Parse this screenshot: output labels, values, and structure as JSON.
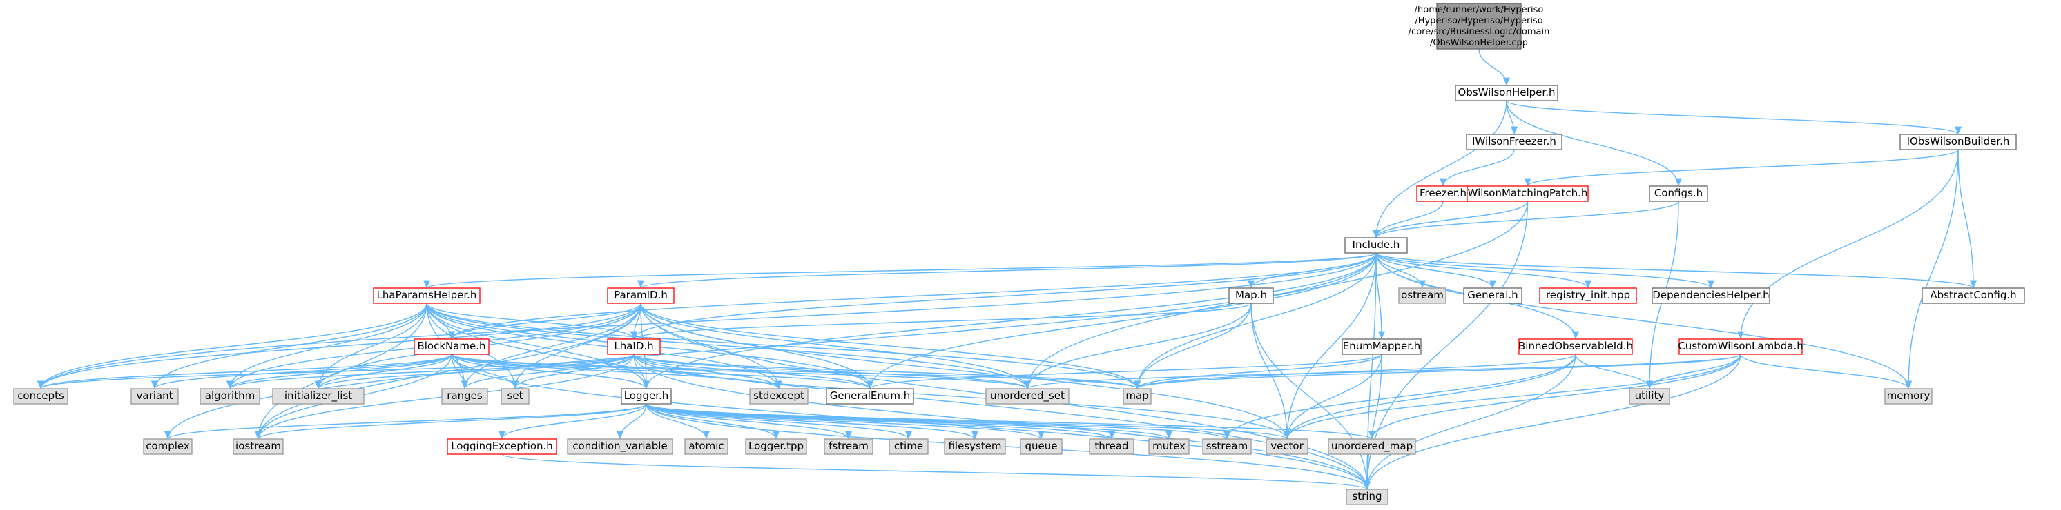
{
  "root": {
    "id": "root",
    "lines": [
      "/home/runner/work/Hyperiso",
      "/Hyperiso/Hyperiso/Hyperiso",
      "/core/src/BusinessLogic/domain",
      "/ObsWilsonHelper.cpp"
    ]
  },
  "nodes": [
    {
      "id": "ObsWilsonHelper",
      "label": "ObsWilsonHelper.h",
      "style": "white"
    },
    {
      "id": "IWilsonFreezer",
      "label": "IWilsonFreezer.h",
      "style": "white"
    },
    {
      "id": "IObsWilsonBuilder",
      "label": "IObsWilsonBuilder.h",
      "style": "white"
    },
    {
      "id": "Freezer",
      "label": "Freezer.h",
      "style": "red"
    },
    {
      "id": "WilsonMatchingPatch",
      "label": "WilsonMatchingPatch.h",
      "style": "red"
    },
    {
      "id": "Configs",
      "label": "Configs.h",
      "style": "white"
    },
    {
      "id": "Include",
      "label": "Include.h",
      "style": "white"
    },
    {
      "id": "LhaParamsHelper",
      "label": "LhaParamsHelper.h",
      "style": "red"
    },
    {
      "id": "ParamID",
      "label": "ParamID.h",
      "style": "red"
    },
    {
      "id": "Map",
      "label": "Map.h",
      "style": "white"
    },
    {
      "id": "ostream",
      "label": "ostream",
      "style": "gray"
    },
    {
      "id": "General",
      "label": "General.h",
      "style": "white"
    },
    {
      "id": "registry_init",
      "label": "registry_init.hpp",
      "style": "red"
    },
    {
      "id": "DependenciesHelper",
      "label": "DependenciesHelper.h",
      "style": "white"
    },
    {
      "id": "AbstractConfig",
      "label": "AbstractConfig.h",
      "style": "white"
    },
    {
      "id": "BlockName",
      "label": "BlockName.h",
      "style": "red"
    },
    {
      "id": "LhaID",
      "label": "LhaID.h",
      "style": "red"
    },
    {
      "id": "EnumMapper",
      "label": "EnumMapper.h",
      "style": "white"
    },
    {
      "id": "BinnedObservableId",
      "label": "BinnedObservableId.h",
      "style": "red"
    },
    {
      "id": "CustomWilsonLambda",
      "label": "CustomWilsonLambda.h",
      "style": "red"
    },
    {
      "id": "concepts",
      "label": "concepts",
      "style": "gray"
    },
    {
      "id": "variant",
      "label": "variant",
      "style": "gray"
    },
    {
      "id": "algorithm",
      "label": "algorithm",
      "style": "gray"
    },
    {
      "id": "initializer_list",
      "label": "initializer_list",
      "style": "gray"
    },
    {
      "id": "ranges",
      "label": "ranges",
      "style": "gray"
    },
    {
      "id": "set",
      "label": "set",
      "style": "gray"
    },
    {
      "id": "stdexcept",
      "label": "stdexcept",
      "style": "gray"
    },
    {
      "id": "GeneralEnum",
      "label": "GeneralEnum.h",
      "style": "white"
    },
    {
      "id": "unordered_set",
      "label": "unordered_set",
      "style": "gray"
    },
    {
      "id": "map",
      "label": "map",
      "style": "gray"
    },
    {
      "id": "utility",
      "label": "utility",
      "style": "gray"
    },
    {
      "id": "memory",
      "label": "memory",
      "style": "gray"
    },
    {
      "id": "Logger",
      "label": "Logger.h",
      "style": "white"
    },
    {
      "id": "complex",
      "label": "complex",
      "style": "gray"
    },
    {
      "id": "iostream",
      "label": "iostream",
      "style": "gray"
    },
    {
      "id": "LoggingException",
      "label": "LoggingException.h",
      "style": "red"
    },
    {
      "id": "condition_variable",
      "label": "condition_variable",
      "style": "gray"
    },
    {
      "id": "atomic",
      "label": "atomic",
      "style": "gray"
    },
    {
      "id": "Logger_tpp",
      "label": "Logger.tpp",
      "style": "gray"
    },
    {
      "id": "fstream",
      "label": "fstream",
      "style": "gray"
    },
    {
      "id": "ctime",
      "label": "ctime",
      "style": "gray"
    },
    {
      "id": "filesystem",
      "label": "filesystem",
      "style": "gray"
    },
    {
      "id": "queue",
      "label": "queue",
      "style": "gray"
    },
    {
      "id": "thread",
      "label": "thread",
      "style": "gray"
    },
    {
      "id": "mutex",
      "label": "mutex",
      "style": "gray"
    },
    {
      "id": "sstream",
      "label": "sstream",
      "style": "gray"
    },
    {
      "id": "vector",
      "label": "vector",
      "style": "gray"
    },
    {
      "id": "unordered_map",
      "label": "unordered_map",
      "style": "gray"
    },
    {
      "id": "string",
      "label": "string",
      "style": "gray"
    }
  ],
  "edges": [
    [
      "root",
      "ObsWilsonHelper"
    ],
    [
      "ObsWilsonHelper",
      "IWilsonFreezer"
    ],
    [
      "ObsWilsonHelper",
      "IObsWilsonBuilder"
    ],
    [
      "ObsWilsonHelper",
      "Configs"
    ],
    [
      "ObsWilsonHelper",
      "Include"
    ],
    [
      "IWilsonFreezer",
      "Freezer"
    ],
    [
      "Freezer",
      "Include"
    ],
    [
      "IObsWilsonBuilder",
      "WilsonMatchingPatch"
    ],
    [
      "IObsWilsonBuilder",
      "AbstractConfig"
    ],
    [
      "IObsWilsonBuilder",
      "CustomWilsonLambda"
    ],
    [
      "IObsWilsonBuilder",
      "memory"
    ],
    [
      "WilsonMatchingPatch",
      "Include"
    ],
    [
      "WilsonMatchingPatch",
      "unordered_set"
    ],
    [
      "WilsonMatchingPatch",
      "string"
    ],
    [
      "Configs",
      "Include"
    ],
    [
      "Configs",
      "utility"
    ],
    [
      "Include",
      "LhaParamsHelper"
    ],
    [
      "Include",
      "ParamID"
    ],
    [
      "Include",
      "Map"
    ],
    [
      "Include",
      "ostream"
    ],
    [
      "Include",
      "General"
    ],
    [
      "Include",
      "registry_init"
    ],
    [
      "Include",
      "DependenciesHelper"
    ],
    [
      "Include",
      "AbstractConfig"
    ],
    [
      "Include",
      "BlockName"
    ],
    [
      "Include",
      "LhaID"
    ],
    [
      "Include",
      "EnumMapper"
    ],
    [
      "Include",
      "BinnedObservableId"
    ],
    [
      "Include",
      "concepts"
    ],
    [
      "Include",
      "complex"
    ],
    [
      "Include",
      "memory"
    ],
    [
      "Include",
      "vector"
    ],
    [
      "Include",
      "map"
    ],
    [
      "Include",
      "GeneralEnum"
    ],
    [
      "Include",
      "Logger"
    ],
    [
      "Include",
      "string"
    ],
    [
      "LhaParamsHelper",
      "BlockName"
    ],
    [
      "LhaParamsHelper",
      "LhaID"
    ],
    [
      "LhaParamsHelper",
      "concepts"
    ],
    [
      "LhaParamsHelper",
      "variant"
    ],
    [
      "LhaParamsHelper",
      "algorithm"
    ],
    [
      "LhaParamsHelper",
      "initializer_list"
    ],
    [
      "LhaParamsHelper",
      "ranges"
    ],
    [
      "LhaParamsHelper",
      "set"
    ],
    [
      "LhaParamsHelper",
      "stdexcept"
    ],
    [
      "LhaParamsHelper",
      "GeneralEnum"
    ],
    [
      "LhaParamsHelper",
      "unordered_set"
    ],
    [
      "LhaParamsHelper",
      "map"
    ],
    [
      "LhaParamsHelper",
      "Logger"
    ],
    [
      "LhaParamsHelper",
      "string"
    ],
    [
      "LhaParamsHelper",
      "iostream"
    ],
    [
      "ParamID",
      "BlockName"
    ],
    [
      "ParamID",
      "LhaID"
    ],
    [
      "ParamID",
      "concepts"
    ],
    [
      "ParamID",
      "algorithm"
    ],
    [
      "ParamID",
      "initializer_list"
    ],
    [
      "ParamID",
      "ranges"
    ],
    [
      "ParamID",
      "set"
    ],
    [
      "ParamID",
      "stdexcept"
    ],
    [
      "ParamID",
      "GeneralEnum"
    ],
    [
      "ParamID",
      "unordered_set"
    ],
    [
      "ParamID",
      "map"
    ],
    [
      "ParamID",
      "Logger"
    ],
    [
      "ParamID",
      "string"
    ],
    [
      "ParamID",
      "iostream"
    ],
    [
      "ParamID",
      "vector"
    ],
    [
      "Map",
      "LhaID"
    ],
    [
      "Map",
      "map"
    ],
    [
      "Map",
      "vector"
    ],
    [
      "Map",
      "unordered_set"
    ],
    [
      "Map",
      "string"
    ],
    [
      "BlockName",
      "concepts"
    ],
    [
      "BlockName",
      "variant"
    ],
    [
      "BlockName",
      "algorithm"
    ],
    [
      "BlockName",
      "initializer_list"
    ],
    [
      "BlockName",
      "ranges"
    ],
    [
      "BlockName",
      "set"
    ],
    [
      "BlockName",
      "stdexcept"
    ],
    [
      "BlockName",
      "GeneralEnum"
    ],
    [
      "BlockName",
      "unordered_set"
    ],
    [
      "BlockName",
      "map"
    ],
    [
      "BlockName",
      "Logger"
    ],
    [
      "BlockName",
      "string"
    ],
    [
      "BlockName",
      "iostream"
    ],
    [
      "LhaID",
      "concepts"
    ],
    [
      "LhaID",
      "algorithm"
    ],
    [
      "LhaID",
      "initializer_list"
    ],
    [
      "LhaID",
      "ranges"
    ],
    [
      "LhaID",
      "set"
    ],
    [
      "LhaID",
      "stdexcept"
    ],
    [
      "LhaID",
      "GeneralEnum"
    ],
    [
      "LhaID",
      "unordered_set"
    ],
    [
      "LhaID",
      "map"
    ],
    [
      "LhaID",
      "Logger"
    ],
    [
      "LhaID",
      "string"
    ],
    [
      "LhaID",
      "iostream"
    ],
    [
      "LhaID",
      "vector"
    ],
    [
      "EnumMapper",
      "map"
    ],
    [
      "EnumMapper",
      "vector"
    ],
    [
      "EnumMapper",
      "string"
    ],
    [
      "EnumMapper",
      "GeneralEnum"
    ],
    [
      "BinnedObservableId",
      "utility"
    ],
    [
      "BinnedObservableId",
      "vector"
    ],
    [
      "BinnedObservableId",
      "string"
    ],
    [
      "BinnedObservableId",
      "map"
    ],
    [
      "BinnedObservableId",
      "sstream"
    ],
    [
      "CustomWilsonLambda",
      "memory"
    ],
    [
      "CustomWilsonLambda",
      "utility"
    ],
    [
      "CustomWilsonLambda",
      "vector"
    ],
    [
      "CustomWilsonLambda",
      "string"
    ],
    [
      "CustomWilsonLambda",
      "unordered_map"
    ],
    [
      "CustomWilsonLambda",
      "map"
    ],
    [
      "CustomWilsonLambda",
      "unordered_set"
    ],
    [
      "Logger",
      "complex"
    ],
    [
      "Logger",
      "iostream"
    ],
    [
      "Logger",
      "LoggingException"
    ],
    [
      "Logger",
      "condition_variable"
    ],
    [
      "Logger",
      "atomic"
    ],
    [
      "Logger",
      "Logger_tpp"
    ],
    [
      "Logger",
      "fstream"
    ],
    [
      "Logger",
      "ctime"
    ],
    [
      "Logger",
      "filesystem"
    ],
    [
      "Logger",
      "queue"
    ],
    [
      "Logger",
      "thread"
    ],
    [
      "Logger",
      "mutex"
    ],
    [
      "Logger",
      "sstream"
    ],
    [
      "Logger",
      "vector"
    ],
    [
      "Logger",
      "unordered_map"
    ],
    [
      "Logger",
      "string"
    ],
    [
      "LoggingException",
      "string"
    ]
  ]
}
